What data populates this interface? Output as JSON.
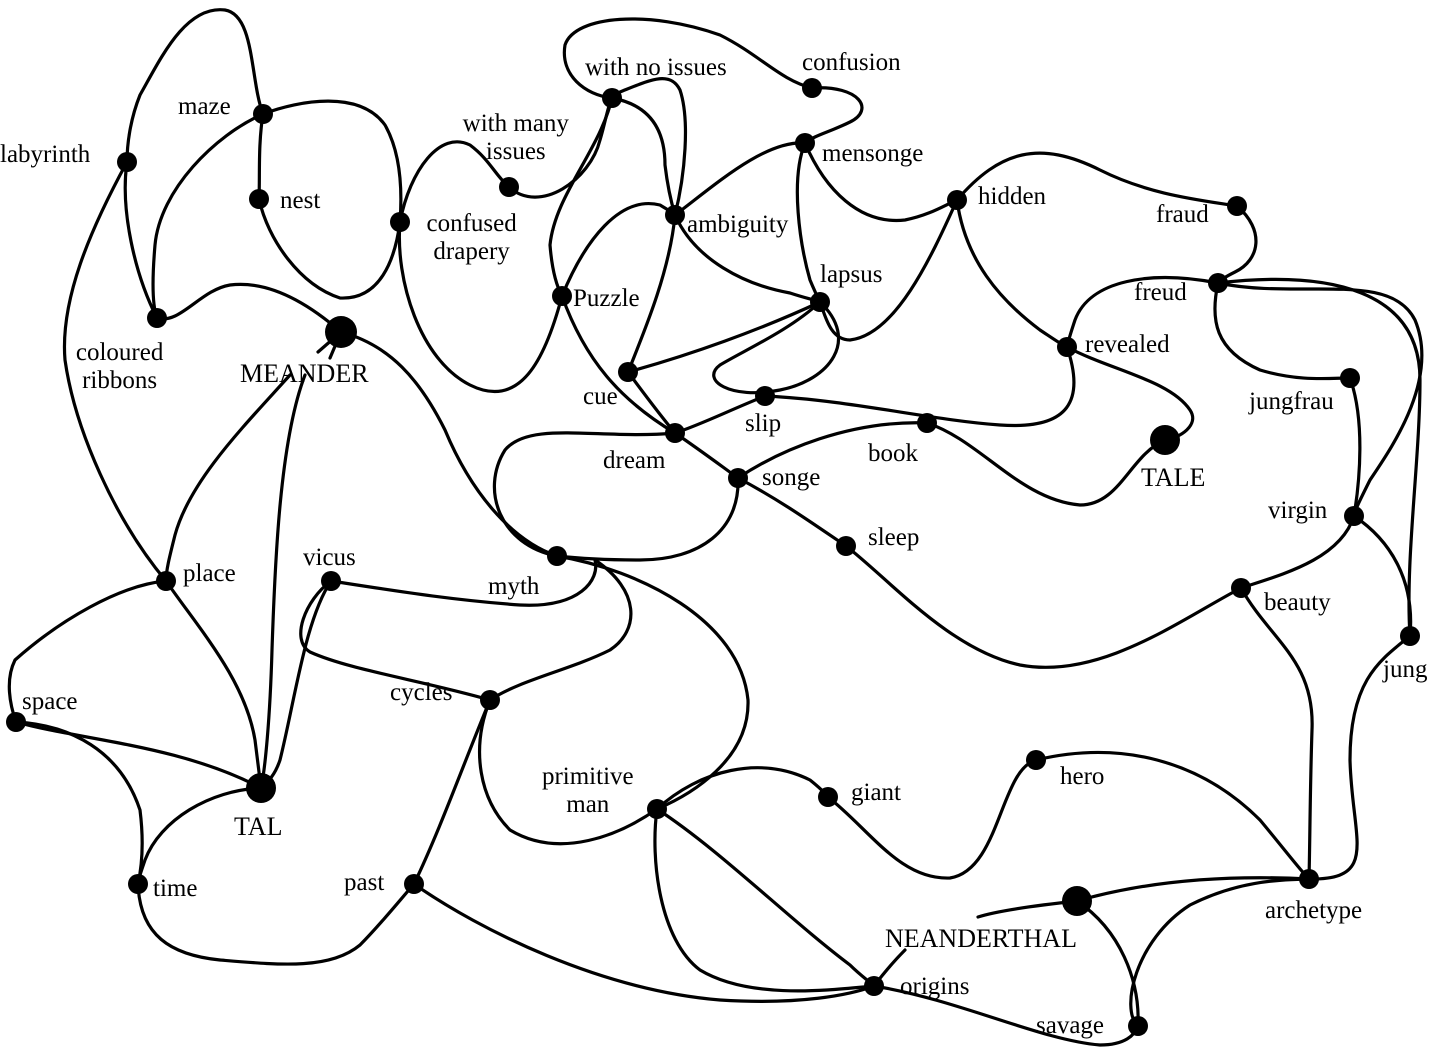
{
  "diagram": {
    "colors": {
      "ink": "#000000",
      "background": "#ffffff"
    },
    "nodes": [
      {
        "id": "maze",
        "label": "maze"
      },
      {
        "id": "labyrinth",
        "label": "labyrinth"
      },
      {
        "id": "nest",
        "label": "nest"
      },
      {
        "id": "confused-drapery",
        "label": "confused drapery"
      },
      {
        "id": "with-many-issues",
        "label": "with many issues"
      },
      {
        "id": "with-no-issues",
        "label": "with no issues"
      },
      {
        "id": "confusion",
        "label": "confusion"
      },
      {
        "id": "mensonge",
        "label": "mensonge"
      },
      {
        "id": "ambiguity",
        "label": "ambiguity"
      },
      {
        "id": "hidden",
        "label": "hidden"
      },
      {
        "id": "fraud",
        "label": "fraud"
      },
      {
        "id": "freud",
        "label": "freud"
      },
      {
        "id": "lapsus",
        "label": "lapsus"
      },
      {
        "id": "puzzle",
        "label": "Puzzle"
      },
      {
        "id": "coloured-ribbons",
        "label": "coloured ribbons"
      },
      {
        "id": "meander",
        "label": "MEANDER"
      },
      {
        "id": "revealed",
        "label": "revealed"
      },
      {
        "id": "jungfrau",
        "label": "jungfrau"
      },
      {
        "id": "cue",
        "label": "cue"
      },
      {
        "id": "slip",
        "label": "slip"
      },
      {
        "id": "dream",
        "label": "dream"
      },
      {
        "id": "book",
        "label": "book"
      },
      {
        "id": "tale",
        "label": "TALE"
      },
      {
        "id": "songe",
        "label": "songe"
      },
      {
        "id": "virgin",
        "label": "virgin"
      },
      {
        "id": "sleep",
        "label": "sleep"
      },
      {
        "id": "vicus",
        "label": "vicus"
      },
      {
        "id": "place",
        "label": "place"
      },
      {
        "id": "myth",
        "label": "myth"
      },
      {
        "id": "beauty",
        "label": "beauty"
      },
      {
        "id": "jung",
        "label": "jung"
      },
      {
        "id": "cycles",
        "label": "cycles"
      },
      {
        "id": "space",
        "label": "space"
      },
      {
        "id": "primitive-man",
        "label": "primitive man"
      },
      {
        "id": "giant",
        "label": "giant"
      },
      {
        "id": "hero",
        "label": "hero"
      },
      {
        "id": "tal",
        "label": "TAL"
      },
      {
        "id": "time",
        "label": "time"
      },
      {
        "id": "past",
        "label": "past"
      },
      {
        "id": "archetype",
        "label": "archetype"
      },
      {
        "id": "neanderthal",
        "label": "NEANDERTHAL"
      },
      {
        "id": "origins",
        "label": "origins"
      },
      {
        "id": "savage",
        "label": "savage"
      }
    ]
  }
}
